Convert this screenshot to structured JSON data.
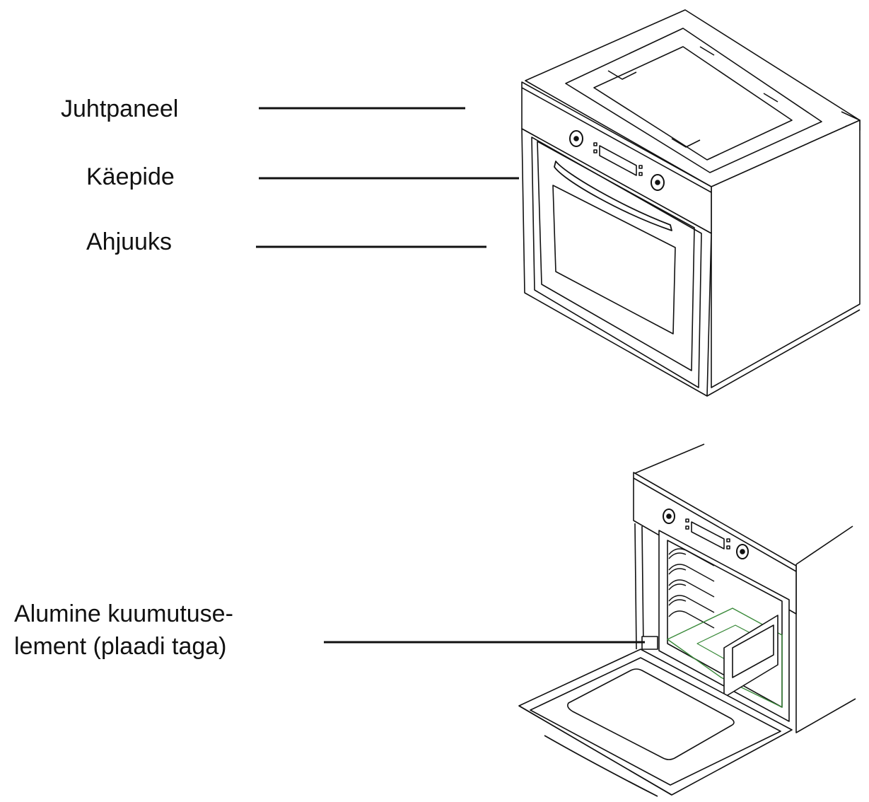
{
  "labels": {
    "control_panel": "Juhtpaneel",
    "handle": "Käepide",
    "oven_door": "Ahjuuks",
    "bottom_heating_element_line1": "Alumine kuumutuse-",
    "bottom_heating_element_line2": "lement (plaadi taga)"
  },
  "colors": {
    "line": "#111111",
    "heating_element": "#3a8a3a",
    "background": "#ffffff"
  }
}
